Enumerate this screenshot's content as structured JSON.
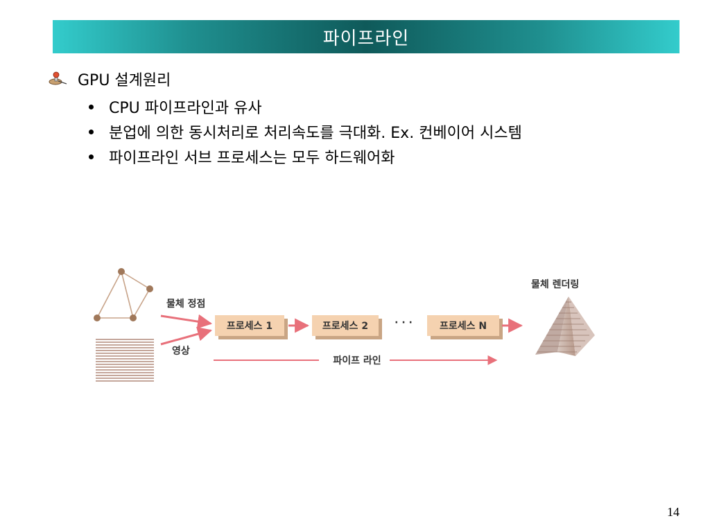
{
  "slide": {
    "title": "파이프라인",
    "main_bullet": "GPU 설계원리",
    "sub_bullets": [
      "CPU 파이프라인과 유사",
      "분업에 의한 동시처리로 처리속도를 극대화. Ex. 컨베이어 시스템",
      "파이프라인 서브 프로세스는 모두 하드웨어화"
    ],
    "page_number": "14"
  },
  "diagram": {
    "input_vertex_label": "물체 정점",
    "input_image_label": "영상",
    "processes": [
      "프로세스 1",
      "프로세스 2",
      "프로세스 N"
    ],
    "ellipsis": "· · ·",
    "pipeline_label": "파이프 라인",
    "output_label": "물체 렌더링",
    "colors": {
      "title_bar_edge": "#33cccc",
      "title_bar_center": "#0f5a5a",
      "arrow": "#e8707a",
      "box_fill": "#f5d2b0",
      "vertex": "#a0785a"
    }
  }
}
